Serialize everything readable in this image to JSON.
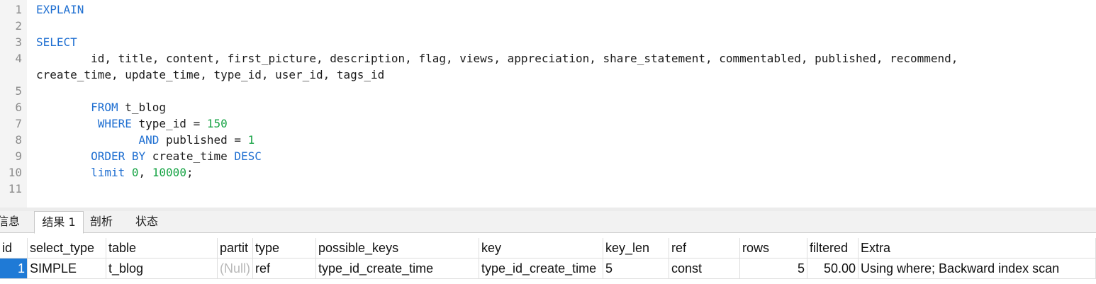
{
  "editor": {
    "lines": [
      {
        "n": "1",
        "tokens": [
          {
            "t": "EXPLAIN",
            "k": "kw"
          }
        ]
      },
      {
        "n": "2",
        "tokens": []
      },
      {
        "n": "3",
        "tokens": [
          {
            "t": "SELECT",
            "k": "kw"
          }
        ]
      },
      {
        "n": "4",
        "tokens": [
          {
            "t": "        id, title, content, first_picture, description, flag, views, appreciation, share_statement, commentabled, published, recommend,",
            "k": "plain"
          }
        ]
      },
      {
        "n": "",
        "tokens": [
          {
            "t": "create_time, update_time, type_id, user_id, tags_id",
            "k": "plain"
          }
        ]
      },
      {
        "n": "5",
        "tokens": []
      },
      {
        "n": "6",
        "tokens": [
          {
            "t": "        ",
            "k": "plain"
          },
          {
            "t": "FROM",
            "k": "kw"
          },
          {
            "t": " t_blog",
            "k": "plain"
          }
        ]
      },
      {
        "n": "7",
        "tokens": [
          {
            "t": "         ",
            "k": "plain"
          },
          {
            "t": "WHERE",
            "k": "kw"
          },
          {
            "t": " type_id = ",
            "k": "plain"
          },
          {
            "t": "150",
            "k": "num"
          }
        ]
      },
      {
        "n": "8",
        "tokens": [
          {
            "t": "               ",
            "k": "plain"
          },
          {
            "t": "AND",
            "k": "kw"
          },
          {
            "t": " published = ",
            "k": "plain"
          },
          {
            "t": "1",
            "k": "num"
          }
        ]
      },
      {
        "n": "9",
        "tokens": [
          {
            "t": "        ",
            "k": "plain"
          },
          {
            "t": "ORDER BY",
            "k": "kw"
          },
          {
            "t": " create_time ",
            "k": "plain"
          },
          {
            "t": "DESC",
            "k": "kw"
          }
        ]
      },
      {
        "n": "10",
        "tokens": [
          {
            "t": "        ",
            "k": "plain"
          },
          {
            "t": "limit",
            "k": "kw"
          },
          {
            "t": " ",
            "k": "plain"
          },
          {
            "t": "0",
            "k": "num"
          },
          {
            "t": ", ",
            "k": "plain"
          },
          {
            "t": "10000",
            "k": "num"
          },
          {
            "t": ";",
            "k": "plain"
          }
        ]
      },
      {
        "n": "11",
        "tokens": []
      }
    ],
    "colors": {
      "keyword": "#1f6fd1",
      "number": "#16a344",
      "text": "#1c1c1c"
    }
  },
  "tabs": [
    {
      "label": "信息",
      "active": false
    },
    {
      "label": "结果 1",
      "active": true
    },
    {
      "label": "剖析",
      "active": false
    },
    {
      "label": "状态",
      "active": false
    }
  ],
  "result": {
    "columns": [
      "id",
      "select_type",
      "table",
      "partit",
      "type",
      "possible_keys",
      "key",
      "key_len",
      "ref",
      "rows",
      "filtered",
      "Extra"
    ],
    "rows": [
      [
        "1",
        "SIMPLE",
        "t_blog",
        "(Null)",
        "ref",
        "type_id_create_time",
        "type_id_create_time",
        "5",
        "const",
        "5",
        "50.00",
        "Using where; Backward index scan"
      ]
    ],
    "selection_color": "#1f7ad6"
  }
}
